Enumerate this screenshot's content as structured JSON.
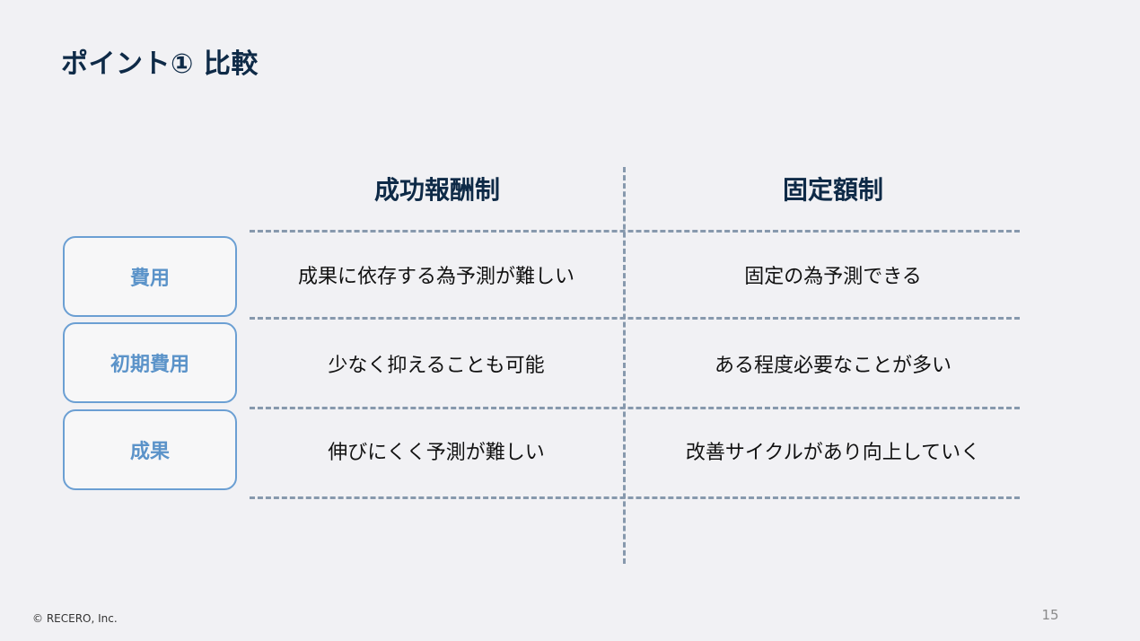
{
  "slide": {
    "title": "ポイント① 比較",
    "columns": [
      "成功報酬制",
      "固定額制"
    ],
    "rows": [
      {
        "label": "費用",
        "values": [
          "成果に依存する為予測が難しい",
          "固定の為予測できる"
        ]
      },
      {
        "label": "初期費用",
        "values": [
          "少なく抑えることも可能",
          "ある程度必要なことが多い"
        ]
      },
      {
        "label": "成果",
        "values": [
          "伸びにくく予測が難しい",
          "改善サイクルがあり向上していく"
        ]
      }
    ],
    "copyright": "© RECERO, Inc.",
    "page_number": "15"
  },
  "colors": {
    "title": "#0e2a47",
    "label_border": "#6b9fd3",
    "label_text": "#5b93c9",
    "dashed_line": "#8799ad",
    "background": "#f1f1f4"
  }
}
